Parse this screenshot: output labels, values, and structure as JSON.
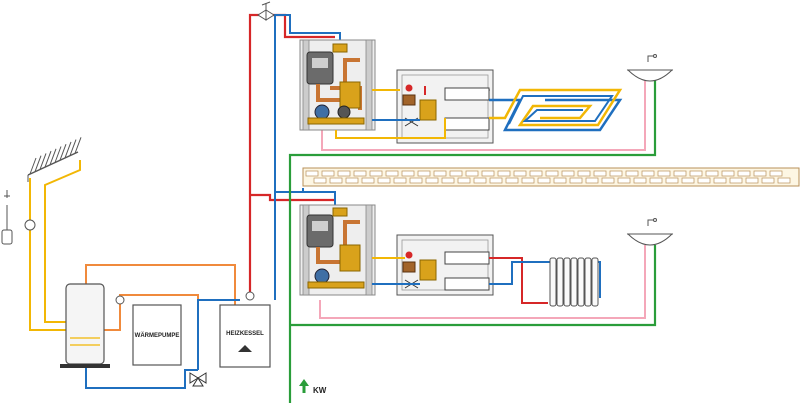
{
  "labels": {
    "heat_pump": "WÄRMEPUMPE",
    "boiler": "HEIZKESSEL",
    "cold_water": "KW"
  },
  "colors": {
    "supply": "#d62728",
    "return": "#1f6fbf",
    "solar": "#f2b705",
    "heat_pump_loop": "#f08a3c",
    "cold_water": "#2a9d3a",
    "circulation": "#f4a7b9",
    "brass": "#d9a21b",
    "copper": "#c87533"
  },
  "icons": {
    "solar_collector": "solar-collector-icon",
    "storage_tank": "storage-tank-icon",
    "heat_pump": "heat-pump-icon",
    "boiler": "boiler-icon",
    "mixing_valve": "three-way-valve-icon",
    "expansion_vessel": "expansion-vessel-icon",
    "manifold": "manifold-icon",
    "underfloor_heating": "underfloor-heating-icon",
    "radiator": "radiator-icon",
    "wash_basin": "wash-basin-icon",
    "floor_slab": "floor-slab-icon"
  }
}
